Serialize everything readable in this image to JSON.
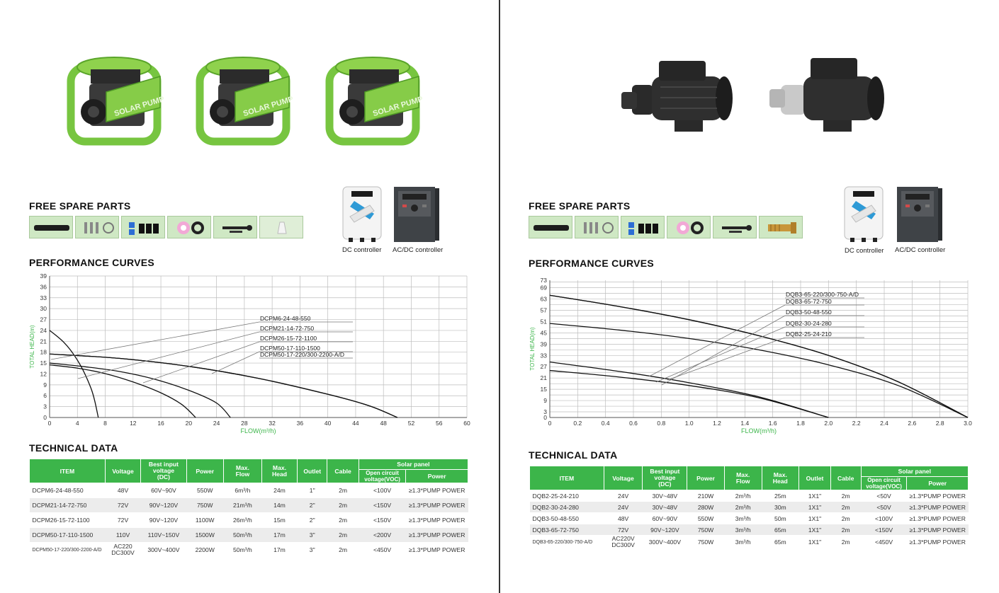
{
  "left": {
    "spare_parts_title": "FREE SPARE PARTS",
    "controllers": [
      "DC controller",
      "AC/DC controller"
    ],
    "pump_image_text": "SOLAR PUMP",
    "curves_title": "PERFORMANCE CURVES",
    "tech_title": "TECHNICAL  DATA",
    "table": {
      "headers": {
        "item": "ITEM",
        "voltage": "Voltage",
        "best_input_1": "Best input",
        "best_input_2": "voltage",
        "best_input_3": "(DC)",
        "power": "Power",
        "max_flow_1": "Max.",
        "max_flow_2": "Flow",
        "max_head_1": "Max.",
        "max_head_2": "Head",
        "outlet": "Outlet",
        "cable": "Cable",
        "solar_panel": "Solar panel",
        "ocv_1": "Open circuit",
        "ocv_2": "voltage(VOC)",
        "panel_power": "Power"
      },
      "rows": [
        {
          "item": "DCPM6-24-48-550",
          "voltage": "48V",
          "best": "60V~90V",
          "power": "550W",
          "flow": "6m³/h",
          "head": "24m",
          "outlet": "1\"",
          "cable": "2m",
          "voc": "<100V",
          "ppower": "≥1.3*PUMP POWER"
        },
        {
          "item": "DCPM21-14-72-750",
          "voltage": "72V",
          "best": "90V~120V",
          "power": "750W",
          "flow": "21m³/h",
          "head": "14m",
          "outlet": "2\"",
          "cable": "2m",
          "voc": "<150V",
          "ppower": "≥1.3*PUMP POWER"
        },
        {
          "item": "DCPM26-15-72-1100",
          "voltage": "72V",
          "best": "90V~120V",
          "power": "1100W",
          "flow": "26m³/h",
          "head": "15m",
          "outlet": "2\"",
          "cable": "2m",
          "voc": "<150V",
          "ppower": "≥1.3*PUMP POWER"
        },
        {
          "item": "DCPM50-17-110-1500",
          "voltage": "110V",
          "best": "110V~150V",
          "power": "1500W",
          "flow": "50m³/h",
          "head": "17m",
          "outlet": "3\"",
          "cable": "2m",
          "voc": "<200V",
          "ppower": "≥1.3*PUMP POWER"
        },
        {
          "item": "DCPM50-17-220/300-2200-A/D",
          "voltage_1": "AC220",
          "voltage_2": "DC300V",
          "best": "300V~400V",
          "power": "2200W",
          "flow": "50m³/h",
          "head": "17m",
          "outlet": "3\"",
          "cable": "2m",
          "voc": "<450V",
          "ppower": "≥1.3*PUMP POWER"
        }
      ]
    }
  },
  "right": {
    "spare_parts_title": "FREE SPARE PARTS",
    "controllers": [
      "DC controller",
      "AC/DC controller"
    ],
    "curves_title": "PERFORMANCE CURVES",
    "tech_title": "TECHNICAL  DATA",
    "table": {
      "headers": {
        "item": "ITEM",
        "voltage": "Voltage",
        "best_input_1": "Best input",
        "best_input_2": "voltage",
        "best_input_3": "(DC)",
        "power": "Power",
        "max_flow_1": "Max.",
        "max_flow_2": "Flow",
        "max_head_1": "Max.",
        "max_head_2": "Head",
        "outlet": "Outlet",
        "cable": "Cable",
        "solar_panel": "Solar panel",
        "ocv_1": "Open circuit",
        "ocv_2": "voltage(VOC)",
        "panel_power": "Power"
      },
      "rows": [
        {
          "item": "DQB2-25-24-210",
          "voltage": "24V",
          "best": "30V~48V",
          "power": "210W",
          "flow": "2m³/h",
          "head": "25m",
          "outlet": "1X1\"",
          "cable": "2m",
          "voc": "<50V",
          "ppower": "≥1.3*PUMP POWER"
        },
        {
          "item": "DQB2-30-24-280",
          "voltage": "24V",
          "best": "30V~48V",
          "power": "280W",
          "flow": "2m³/h",
          "head": "30m",
          "outlet": "1X1\"",
          "cable": "2m",
          "voc": "<50V",
          "ppower": "≥1.3*PUMP POWER"
        },
        {
          "item": "DQB3-50-48-550",
          "voltage": "48V",
          "best": "60V~90V",
          "power": "550W",
          "flow": "3m³/h",
          "head": "50m",
          "outlet": "1X1\"",
          "cable": "2m",
          "voc": "<100V",
          "ppower": "≥1.3*PUMP POWER"
        },
        {
          "item": "DQB3-65-72-750",
          "voltage": "72V",
          "best": "90V~120V",
          "power": "750W",
          "flow": "3m³/h",
          "head": "65m",
          "outlet": "1X1\"",
          "cable": "2m",
          "voc": "<150V",
          "ppower": "≥1.3*PUMP POWER"
        },
        {
          "item": "DQB3-65-220/300-750-A/D",
          "voltage_1": "AC220V",
          "voltage_2": "DC300V",
          "best": "300V~400V",
          "power": "750W",
          "flow": "3m³/h",
          "head": "65m",
          "outlet": "1X1\"",
          "cable": "2m",
          "voc": "<450V",
          "ppower": "≥1.3*PUMP POWER"
        }
      ]
    }
  },
  "chart_data": [
    {
      "type": "line",
      "xlabel": "FLOW(m³/h)",
      "ylabel": "TOTAL HEAD(m)",
      "xlim": [
        0,
        60
      ],
      "ylim": [
        0,
        39
      ],
      "xticks": [
        0,
        4,
        8,
        12,
        16,
        20,
        24,
        28,
        32,
        36,
        40,
        44,
        48,
        52,
        56,
        60
      ],
      "yticks": [
        0,
        3,
        6,
        9,
        12,
        15,
        18,
        21,
        24,
        27,
        30,
        33,
        36,
        39
      ],
      "grid": true,
      "series": [
        {
          "name": "DCPM6-24-48-550",
          "x": [
            0,
            1,
            2,
            3,
            4,
            5,
            6,
            6.5,
            7
          ],
          "y": [
            24,
            22.5,
            20.8,
            18.6,
            15.8,
            12.3,
            7.8,
            4.5,
            0
          ]
        },
        {
          "name": "DCPM21-14-72-750",
          "x": [
            0,
            4,
            8,
            12,
            16,
            19,
            21
          ],
          "y": [
            14.5,
            13.6,
            12.1,
            9.8,
            6.8,
            3.6,
            0
          ]
        },
        {
          "name": "DCPM26-15-72-1100",
          "x": [
            0,
            5,
            10,
            15,
            20,
            24,
            26
          ],
          "y": [
            15,
            14,
            12.7,
            10.6,
            7.5,
            4,
            0
          ]
        },
        {
          "name": "DCPM50-17-110-1500",
          "x": [
            0,
            10,
            20,
            30,
            40,
            46,
            50
          ],
          "y": [
            17.5,
            16.3,
            14.1,
            10.8,
            6.4,
            3.2,
            0
          ]
        },
        {
          "name": "DCPM50-17-220/300-2200-A/D",
          "x": [
            0,
            10,
            20,
            30,
            40,
            46,
            50
          ],
          "y": [
            17.5,
            16.3,
            14.1,
            10.8,
            6.4,
            3.2,
            0
          ]
        }
      ]
    },
    {
      "type": "line",
      "xlabel": "FLOW(m³/h)",
      "ylabel": "TOTAL HEAD(m)",
      "xlim": [
        0,
        3.0
      ],
      "ylim": [
        0,
        73
      ],
      "xticks": [
        "0",
        "0.2",
        "0.4",
        "0.6",
        "0.8",
        "1.0",
        "1.2",
        "1.4",
        "1.6",
        "1.8",
        "2.0",
        "2.2",
        "2.4",
        "2.6",
        "2.8",
        "3.0"
      ],
      "yticks": [
        0,
        3,
        9,
        15,
        21,
        27,
        33,
        39,
        45,
        51,
        57,
        63,
        69,
        73
      ],
      "grid": true,
      "series": [
        {
          "name": "DQB3-65-220/300-750-A/D",
          "x": [
            0,
            0.5,
            1,
            1.5,
            2,
            2.5,
            3
          ],
          "y": [
            65,
            59,
            52,
            43.5,
            33,
            19,
            0
          ]
        },
        {
          "name": "DQB3-65-72-750",
          "x": [
            0,
            0.5,
            1,
            1.5,
            2,
            2.5,
            3
          ],
          "y": [
            65,
            59,
            52,
            43.5,
            33,
            19,
            0
          ]
        },
        {
          "name": "DQB3-50-48-550",
          "x": [
            0,
            0.5,
            1,
            1.5,
            2,
            2.5,
            3
          ],
          "y": [
            50,
            46.5,
            42,
            36,
            28,
            17,
            0
          ]
        },
        {
          "name": "DQB2-30-24-280",
          "x": [
            0,
            0.5,
            1,
            1.5,
            2
          ],
          "y": [
            29.5,
            24.5,
            18.5,
            11,
            0
          ]
        },
        {
          "name": "DQB2-25-24-210",
          "x": [
            0,
            0.5,
            1,
            1.5,
            2
          ],
          "y": [
            25,
            21.5,
            17,
            10.5,
            0
          ]
        }
      ]
    }
  ]
}
